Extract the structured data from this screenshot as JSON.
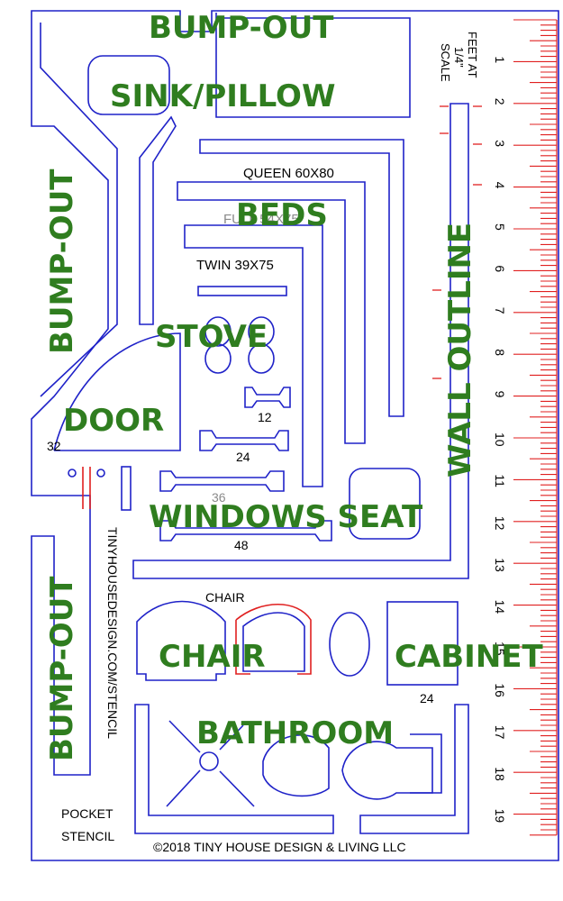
{
  "colors": {
    "outline": "#1f22c8",
    "accent": "#e02020",
    "label_green": "#2f7d1f",
    "text": "#000000"
  },
  "labels": {
    "bumpout_top": "BUMP-OUT",
    "bumpout_left": "BUMP-OUT",
    "bumpout_bottom": "BUMP-OUT",
    "sink_pillow": "SINK/PILLOW",
    "beds": "BEDS",
    "stove": "STOVE",
    "door": "DOOR",
    "wall_outline": "WALL OUTLINE",
    "windows_seat": "WINDOWS SEAT",
    "chair": "CHAIR",
    "cabinet": "CABINET",
    "bathroom": "BATHROOM"
  },
  "small_text": {
    "queen": "QUEEN 60X80",
    "full": "FULL 54X75",
    "twin": "TWIN 39X75",
    "win_12": "12",
    "win_24": "24",
    "win_36": "36",
    "win_48": "48",
    "door_32": "32",
    "chair_small": "CHAIR",
    "cabinet_24": "24",
    "website": "TINYHOUSEDESIGN.COM/STENCIL",
    "pocket": "POCKET",
    "stencil": "STENCIL",
    "copyright": "©2018 TINY HOUSE DESIGN & LIVING LLC"
  },
  "scale": {
    "line1": "FEET AT",
    "line2": "1/4\"",
    "line3": "SCALE",
    "numbers": [
      "1",
      "2",
      "3",
      "4",
      "5",
      "6",
      "7",
      "8",
      "9",
      "10",
      "11",
      "12",
      "13",
      "14",
      "15",
      "16",
      "17",
      "18",
      "19"
    ]
  }
}
